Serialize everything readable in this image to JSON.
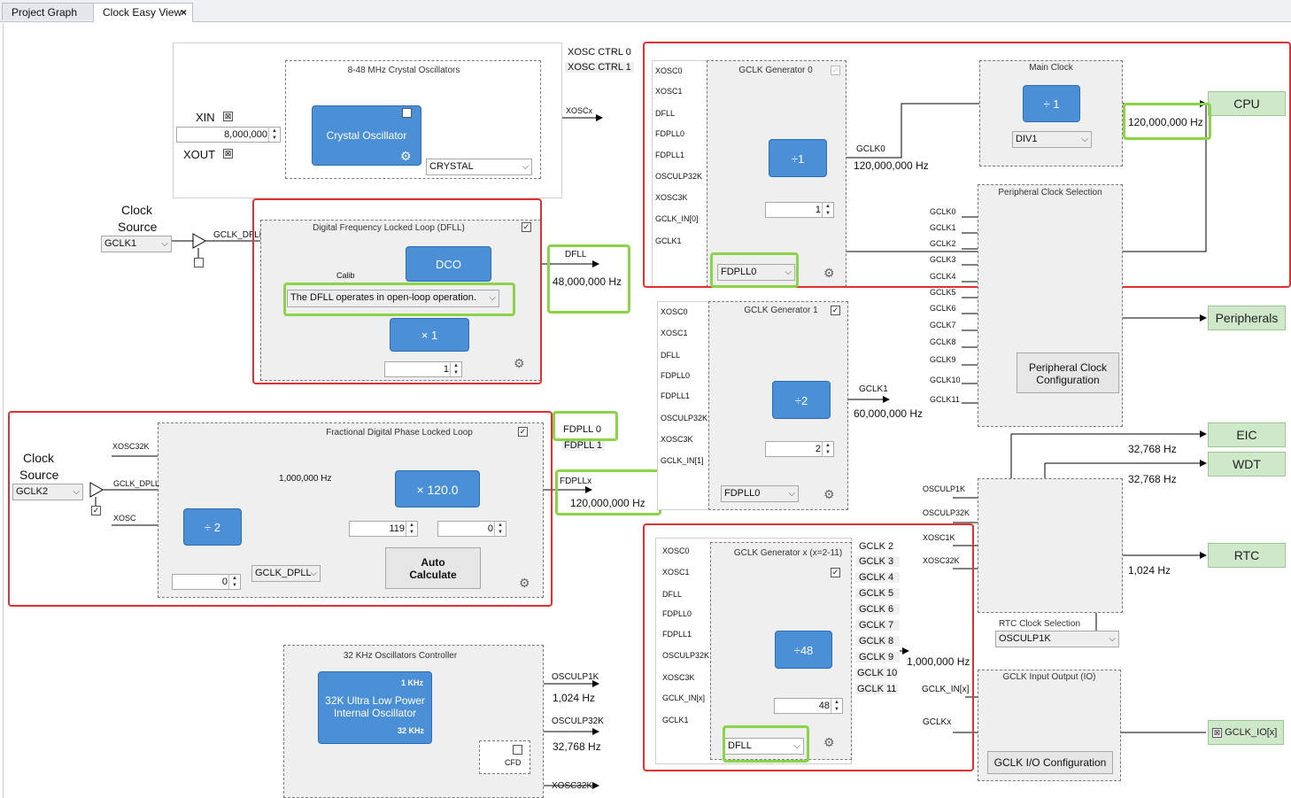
{
  "tabs": [
    {
      "label": "Project Graph"
    },
    {
      "label": "Clock Easy View"
    }
  ],
  "xosc": {
    "title": "8-48 MHz Crystal Oscillators",
    "ctrl0": "XOSC CTRL 0",
    "ctrl1": "XOSC CTRL 1",
    "xin": "XIN",
    "xout": "XOUT",
    "freq": "8,000,000",
    "block": "Crystal Oscillator",
    "mode": "CRYSTAL",
    "out": "XOSCx"
  },
  "clocksrc1": {
    "label1": "Clock",
    "label2": "Source",
    "value": "GCLK1",
    "wire": "GCLK_DFLL"
  },
  "dfll": {
    "title": "Digital Frequency Locked Loop (DFLL)",
    "dco": "DCO",
    "calib": "Calib",
    "mode": "The DFLL operates in open-loop operation.",
    "mult": "× 1",
    "mult_val": "1",
    "out": "DFLL",
    "freq": "48,000,000 Hz"
  },
  "fdpll": {
    "title": "Fractional Digital Phase Locked Loop",
    "clk1": "Clock",
    "clk2": "Source",
    "src": "GCLK2",
    "in1": "XOSC32K",
    "in2": "GCLK_DPLL",
    "in3": "XOSC",
    "div": "÷ 2",
    "div_val": "0",
    "mid": "1,000,000 Hz",
    "mult": "× 120.0",
    "ldr": "119",
    "ldrfrac": "0",
    "refsel": "GCLK_DPLL",
    "auto1": "Auto",
    "auto2": "Calculate",
    "out": "FDPLLx",
    "freq": "120,000,000 Hz",
    "opt0": "FDPLL 0",
    "opt1": "FDPLL 1"
  },
  "osc32": {
    "title": "32 KHz Oscillators Controller",
    "line1": "32K Ultra Low Power",
    "line2": "Internal Oscillator",
    "k1": "1 KHz",
    "k32": "32 KHz",
    "out1": "OSCULP1K",
    "out1f": "1,024 Hz",
    "out2": "OSCULP32K",
    "out2f": "32,768 Hz",
    "cfd": "CFD",
    "out3": "XOSC32K"
  },
  "gclk0": {
    "title": "GCLK Generator 0",
    "inputs": [
      "XOSC0",
      "XOSC1",
      "DFLL",
      "FDPLL0",
      "FDPLL1",
      "OSCULP32K",
      "XOSC3K",
      "GCLK_IN[0]",
      "GCLK1"
    ],
    "div": "÷1",
    "div_val": "1",
    "src": "FDPLL0",
    "out": "GCLK0",
    "freq": "120,000,000 Hz"
  },
  "gclk1": {
    "title": "GCLK Generator 1",
    "inputs": [
      "XOSC0",
      "XOSC1",
      "DFLL",
      "FDPLL0",
      "FDPLL1",
      "OSCULP32K",
      "XOSC3K",
      "GCLK_IN[1]"
    ],
    "div": "÷2",
    "div_val": "2",
    "src": "FDPLL0",
    "out": "GCLK1",
    "freq": "60,000,000 Hz"
  },
  "gclkx": {
    "title": "GCLK Generator x (x=2-11)",
    "inputs": [
      "XOSC0",
      "XOSC1",
      "DFLL",
      "FDPLL0",
      "FDPLL1",
      "OSCULP32K",
      "XOSC3K",
      "GCLK_IN[x]",
      "GCLK1"
    ],
    "div": "÷48",
    "div_val": "48",
    "src": "DFLL",
    "freq": "1,000,000 Hz",
    "list": [
      "GCLK 2",
      "GCLK 3",
      "GCLK 4",
      "GCLK 5",
      "GCLK 6",
      "GCLK 7",
      "GCLK 8",
      "GCLK 9",
      "GCLK 10",
      "GCLK 11"
    ]
  },
  "mainclk": {
    "title": "Main Clock",
    "div": "÷ 1",
    "sel": "DIV1",
    "freq": "120,000,000 Hz",
    "out": "CPU"
  },
  "periph": {
    "title": "Peripheral Clock Selection",
    "inputs": [
      "GCLK0",
      "GCLK1",
      "GCLK2",
      "GCLK3",
      "GCLK4",
      "GCLK5",
      "GCLK6",
      "GCLK7",
      "GCLK8",
      "GCLK9",
      "GCLK10",
      "GCLK11"
    ],
    "config1": "Peripheral Clock",
    "config2": "Configuration",
    "out": "Peripherals"
  },
  "rtc": {
    "title": "RTC Clock Selection",
    "inputs": [
      "OSCULP1K",
      "OSCULP32K",
      "XOSC1K",
      "XOSC32K"
    ],
    "sel": "OSCULP1K",
    "eic": "EIC",
    "eicf": "32,768 Hz",
    "wdt": "WDT",
    "wdtf": "32,768 Hz",
    "rtc": "RTC",
    "rtcf": "1,024 Hz"
  },
  "gio": {
    "title": "GCLK Input Output (IO)",
    "in": "GCLK_IN[x]",
    "out": "GCLKx",
    "btn": "GCLK I/O Configuration",
    "pin": "GCLK_IO[x]"
  }
}
